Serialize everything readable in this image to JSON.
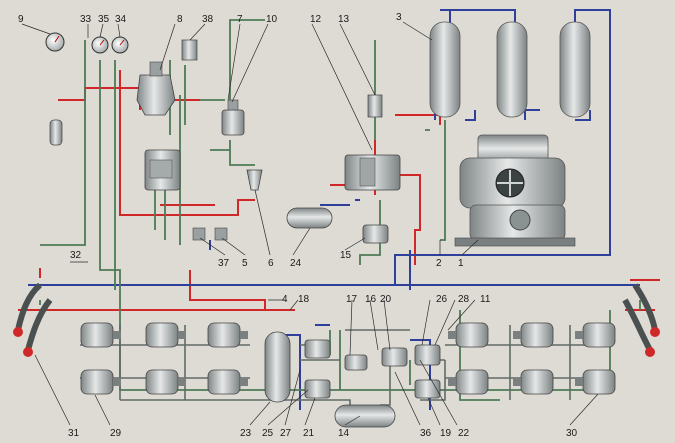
{
  "callouts": {
    "top": [
      "9",
      "33",
      "35",
      "34",
      "8",
      "38",
      "7",
      "10",
      "12",
      "13",
      "3"
    ],
    "middle": [
      "2",
      "1",
      "24",
      "6",
      "5",
      "37",
      "15",
      "32",
      "4",
      "18",
      "17",
      "16",
      "20",
      "26",
      "28",
      "11"
    ],
    "bottom": [
      "31",
      "29",
      "23",
      "25",
      "27",
      "21",
      "14",
      "36",
      "19",
      "22",
      "30"
    ]
  },
  "colors": {
    "red_line": "#d02828",
    "blue_line": "#2f3f9c",
    "green_line": "#4d7a55",
    "grey_line": "#606b66",
    "background": "#dedbd4",
    "metal": "#b8bcbc"
  }
}
